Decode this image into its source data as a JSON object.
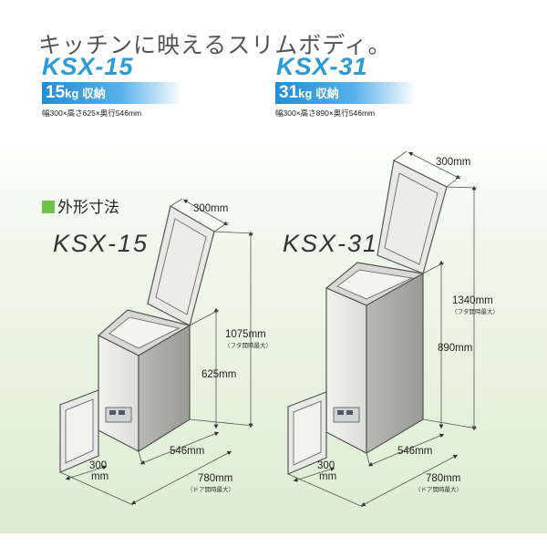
{
  "headline": "キッチンに映えるスリムボディ。",
  "models": [
    {
      "name": "KSX-15",
      "capacity_num": "15",
      "capacity_unit": "kg 収納",
      "dims": "幅300×高さ625×奥行546mm",
      "diagram_label": "KSX-15",
      "width": "300mm",
      "height_open": "1075mm",
      "height_open_note": "（フタ開時最大）",
      "height": "625mm",
      "depth": "546mm",
      "door_width_top": "300",
      "door_width_bottom": "mm",
      "depth_open": "780mm",
      "depth_open_note": "（ドア開時最大）"
    },
    {
      "name": "KSX-31",
      "capacity_num": "31",
      "capacity_unit": "kg 収納",
      "dims": "幅300×高さ890×奥行546mm",
      "diagram_label": "KSX-31",
      "width": "300mm",
      "height_open": "1340mm",
      "height_open_note": "（フタ開時最大）",
      "height": "890mm",
      "depth": "546mm",
      "door_width_top": "300",
      "door_width_bottom": "mm",
      "depth_open": "780mm",
      "depth_open_note": "（ドア開時最大）"
    }
  ],
  "section_title": "外形寸法",
  "colors": {
    "accent": "#2a9ad8",
    "section_marker": "#6cc24a",
    "panel_bottom": "#dcedd2"
  }
}
